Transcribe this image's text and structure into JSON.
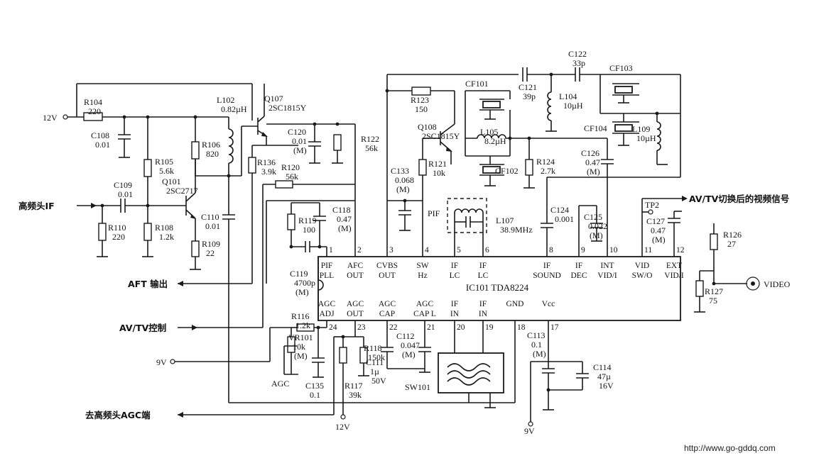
{
  "diagram": {
    "ic": {
      "ref": "IC101 TDA8224"
    },
    "ic_top_pins": [
      {
        "num": "1",
        "l1": "PIF",
        "l2": "PLL"
      },
      {
        "num": "2",
        "l1": "AFC",
        "l2": "OUT"
      },
      {
        "num": "3",
        "l1": "CVBS",
        "l2": "OUT"
      },
      {
        "num": "4",
        "l1": "SW",
        "l2": "Hz"
      },
      {
        "num": "5",
        "l1": "IF",
        "l2": "LC"
      },
      {
        "num": "6",
        "l1": "IF",
        "l2": "LC"
      },
      {
        "num": "8",
        "l1": "IF",
        "l2": "SOUND"
      },
      {
        "num": "9",
        "l1": "IF",
        "l2": "DEC"
      },
      {
        "num": "10",
        "l1": "INT",
        "l2": "VID/I"
      },
      {
        "num": "11",
        "l1": "VID",
        "l2": "SW/O"
      },
      {
        "num": "12",
        "l1": "EXT",
        "l2": "VID/I"
      }
    ],
    "ic_bottom_pins": [
      {
        "num": "24",
        "l1": "AGC",
        "l2": "ADJ"
      },
      {
        "num": "23",
        "l1": "AGC",
        "l2": "OUT"
      },
      {
        "num": "22",
        "l1": "AGC",
        "l2": "CAP"
      },
      {
        "num": "21",
        "l1": "AGC",
        "l2": "CAP L"
      },
      {
        "num": "20",
        "l1": "IF",
        "l2": "IN"
      },
      {
        "num": "19",
        "l1": "IF",
        "l2": "IN"
      },
      {
        "num": "18",
        "l1": "GND",
        "l2": ""
      },
      {
        "num": "17",
        "l1": "Vcc",
        "l2": ""
      }
    ],
    "components": [
      {
        "ref": "R104",
        "val": "220"
      },
      {
        "ref": "C108",
        "val": "0.01"
      },
      {
        "ref": "R105",
        "val": "5.6k"
      },
      {
        "ref": "Q101",
        "val": "2SC2717"
      },
      {
        "ref": "C109",
        "val": "0.01"
      },
      {
        "ref": "R110",
        "val": "220"
      },
      {
        "ref": "R108",
        "val": "1.2k"
      },
      {
        "ref": "R106",
        "val": "820"
      },
      {
        "ref": "L102",
        "val": "0.82µH"
      },
      {
        "ref": "Q107",
        "val": "2SC1815Y"
      },
      {
        "ref": "C120",
        "val": "0.01",
        "note": "(M)"
      },
      {
        "ref": "R122",
        "val": "56k"
      },
      {
        "ref": "R136",
        "val": "3.9k"
      },
      {
        "ref": "R120",
        "val": "56k"
      },
      {
        "ref": "C110",
        "val": "0.01"
      },
      {
        "ref": "R109",
        "val": "22"
      },
      {
        "ref": "R119",
        "val": "100"
      },
      {
        "ref": "C118",
        "val": "0.47",
        "note": "(M)"
      },
      {
        "ref": "C119",
        "val": "4700p",
        "note": "(M)"
      },
      {
        "ref": "R123",
        "val": "150"
      },
      {
        "ref": "Q108",
        "val": "2SC1815Y"
      },
      {
        "ref": "R121",
        "val": "10k"
      },
      {
        "ref": "C133",
        "val": "0.068",
        "note": "(M)"
      },
      {
        "ref": "CF101",
        "val": ""
      },
      {
        "ref": "L105",
        "val": "8.2µH"
      },
      {
        "ref": "CF102",
        "val": ""
      },
      {
        "ref": "C121",
        "val": "39p"
      },
      {
        "ref": "L104",
        "val": "10µH"
      },
      {
        "ref": "C122",
        "val": "33p"
      },
      {
        "ref": "CF103",
        "val": ""
      },
      {
        "ref": "CF104",
        "val": ""
      },
      {
        "ref": "L109",
        "val": "10µH"
      },
      {
        "ref": "R124",
        "val": "2.7k"
      },
      {
        "ref": "C126",
        "val": "0.47",
        "note": "(M)"
      },
      {
        "ref": "L107",
        "val": "38.9MHz"
      },
      {
        "ref": "C124",
        "val": "0.001"
      },
      {
        "ref": "C125",
        "val": "0.022",
        "note": "(M)"
      },
      {
        "ref": "C127",
        "val": "0.47",
        "note": "(M)"
      },
      {
        "ref": "R126",
        "val": "27"
      },
      {
        "ref": "R127",
        "val": "75"
      },
      {
        "ref": "R116",
        "val": "1.2k"
      },
      {
        "ref": "VR101",
        "val": "10k",
        "note": "(M)"
      },
      {
        "ref": "C135",
        "val": "0.1"
      },
      {
        "ref": "R117",
        "val": "39k"
      },
      {
        "ref": "R118",
        "val": "150k"
      },
      {
        "ref": "C111",
        "val": "1µ",
        "note": "50V"
      },
      {
        "ref": "C112",
        "val": "0.047",
        "note": "(M)"
      },
      {
        "ref": "SW101",
        "val": ""
      },
      {
        "ref": "C113",
        "val": "0.1",
        "note": "(M)"
      },
      {
        "ref": "C114",
        "val": "47µ",
        "note": "16V"
      }
    ],
    "terminals": {
      "v12_top": "12V",
      "if_in": "高频头IF",
      "aft": "AFT 输出",
      "avtv": "AV/TV控制",
      "v9_left": "9V",
      "agc_tuner": "去高频头AGC端",
      "v12_bottom": "12V",
      "v9_bottom": "9V",
      "agc": "AGC",
      "pif": "PIF",
      "tp2": "TP2",
      "switched_video": "AV/TV切换后的视频信号",
      "video": "VIDEO"
    },
    "watermark": "http://www.go-gddq.com"
  }
}
